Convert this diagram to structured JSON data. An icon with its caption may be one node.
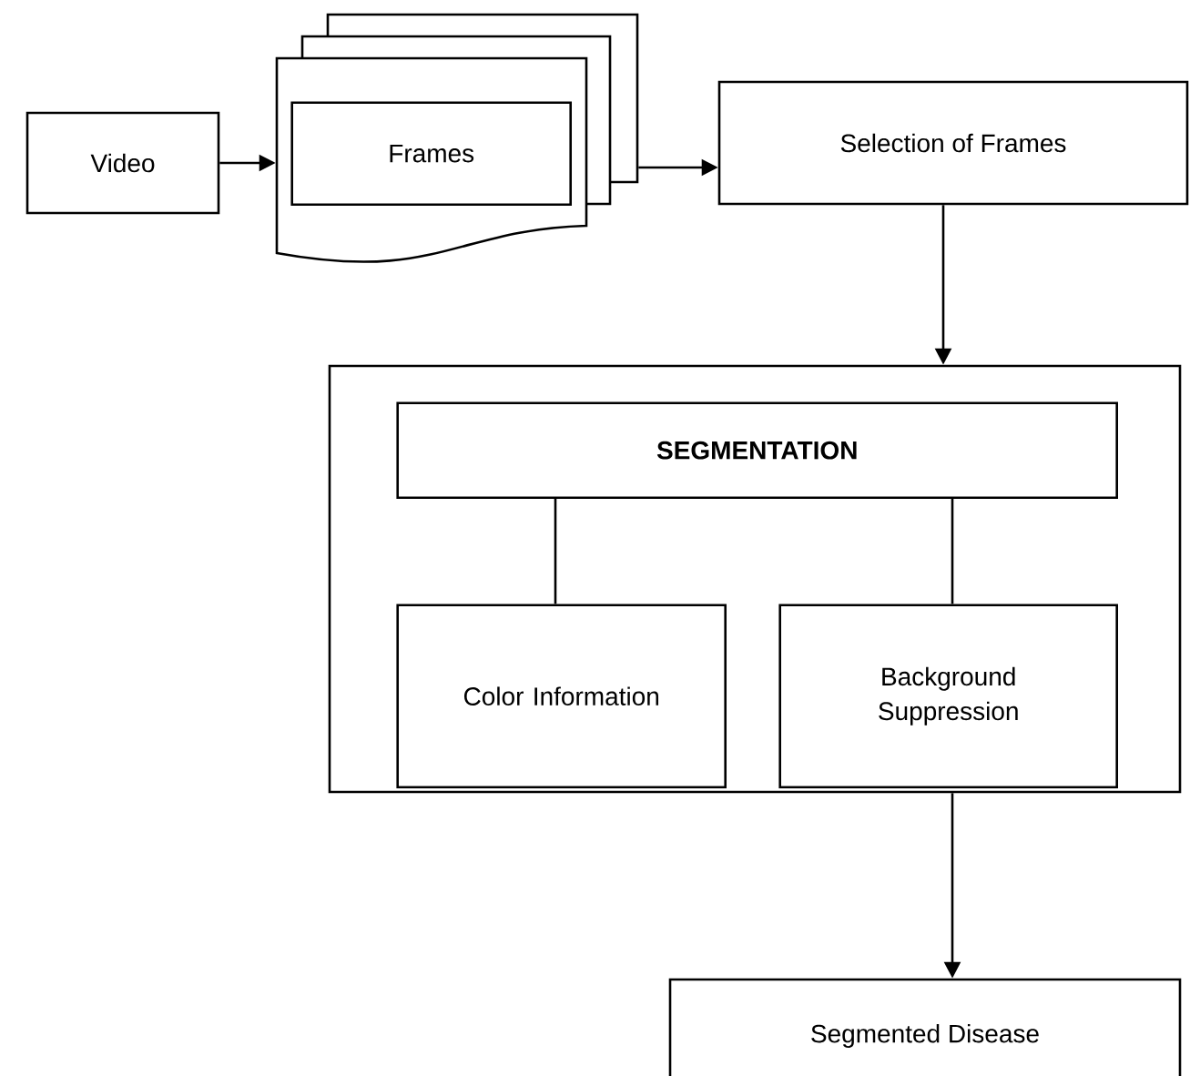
{
  "diagram": {
    "nodes": [
      {
        "text": [
          "Video"
        ]
      },
      {
        "text": [],
        "shape": "box"
      },
      {
        "text": [
          "Frames"
        ],
        "in": 1
      },
      {
        "text": [
          "Selection of Frames"
        ]
      },
      {
        "text": [],
        "shape": "box"
      },
      {
        "text": [
          "SEGMENTATION"
        ],
        "in": 4
      },
      {
        "text": [
          "Color Information"
        ],
        "in": 4
      },
      {
        "text": [
          "Background Suppression"
        ],
        "in": 4
      },
      {
        "text": [
          "Segmented Disease"
        ]
      }
    ],
    "edges": [
      {
        "from": 0,
        "to": 1,
        "arrow": "to"
      },
      {
        "from": 1,
        "to": 3,
        "arrow": "to"
      },
      {
        "from": 3,
        "to": 4,
        "arrow": "to"
      },
      {
        "from": 5,
        "to": 6,
        "arrow": "none"
      },
      {
        "from": 5,
        "to": 7,
        "arrow": "none"
      },
      {
        "from": 4,
        "to": 8,
        "arrow": "to"
      }
    ]
  }
}
